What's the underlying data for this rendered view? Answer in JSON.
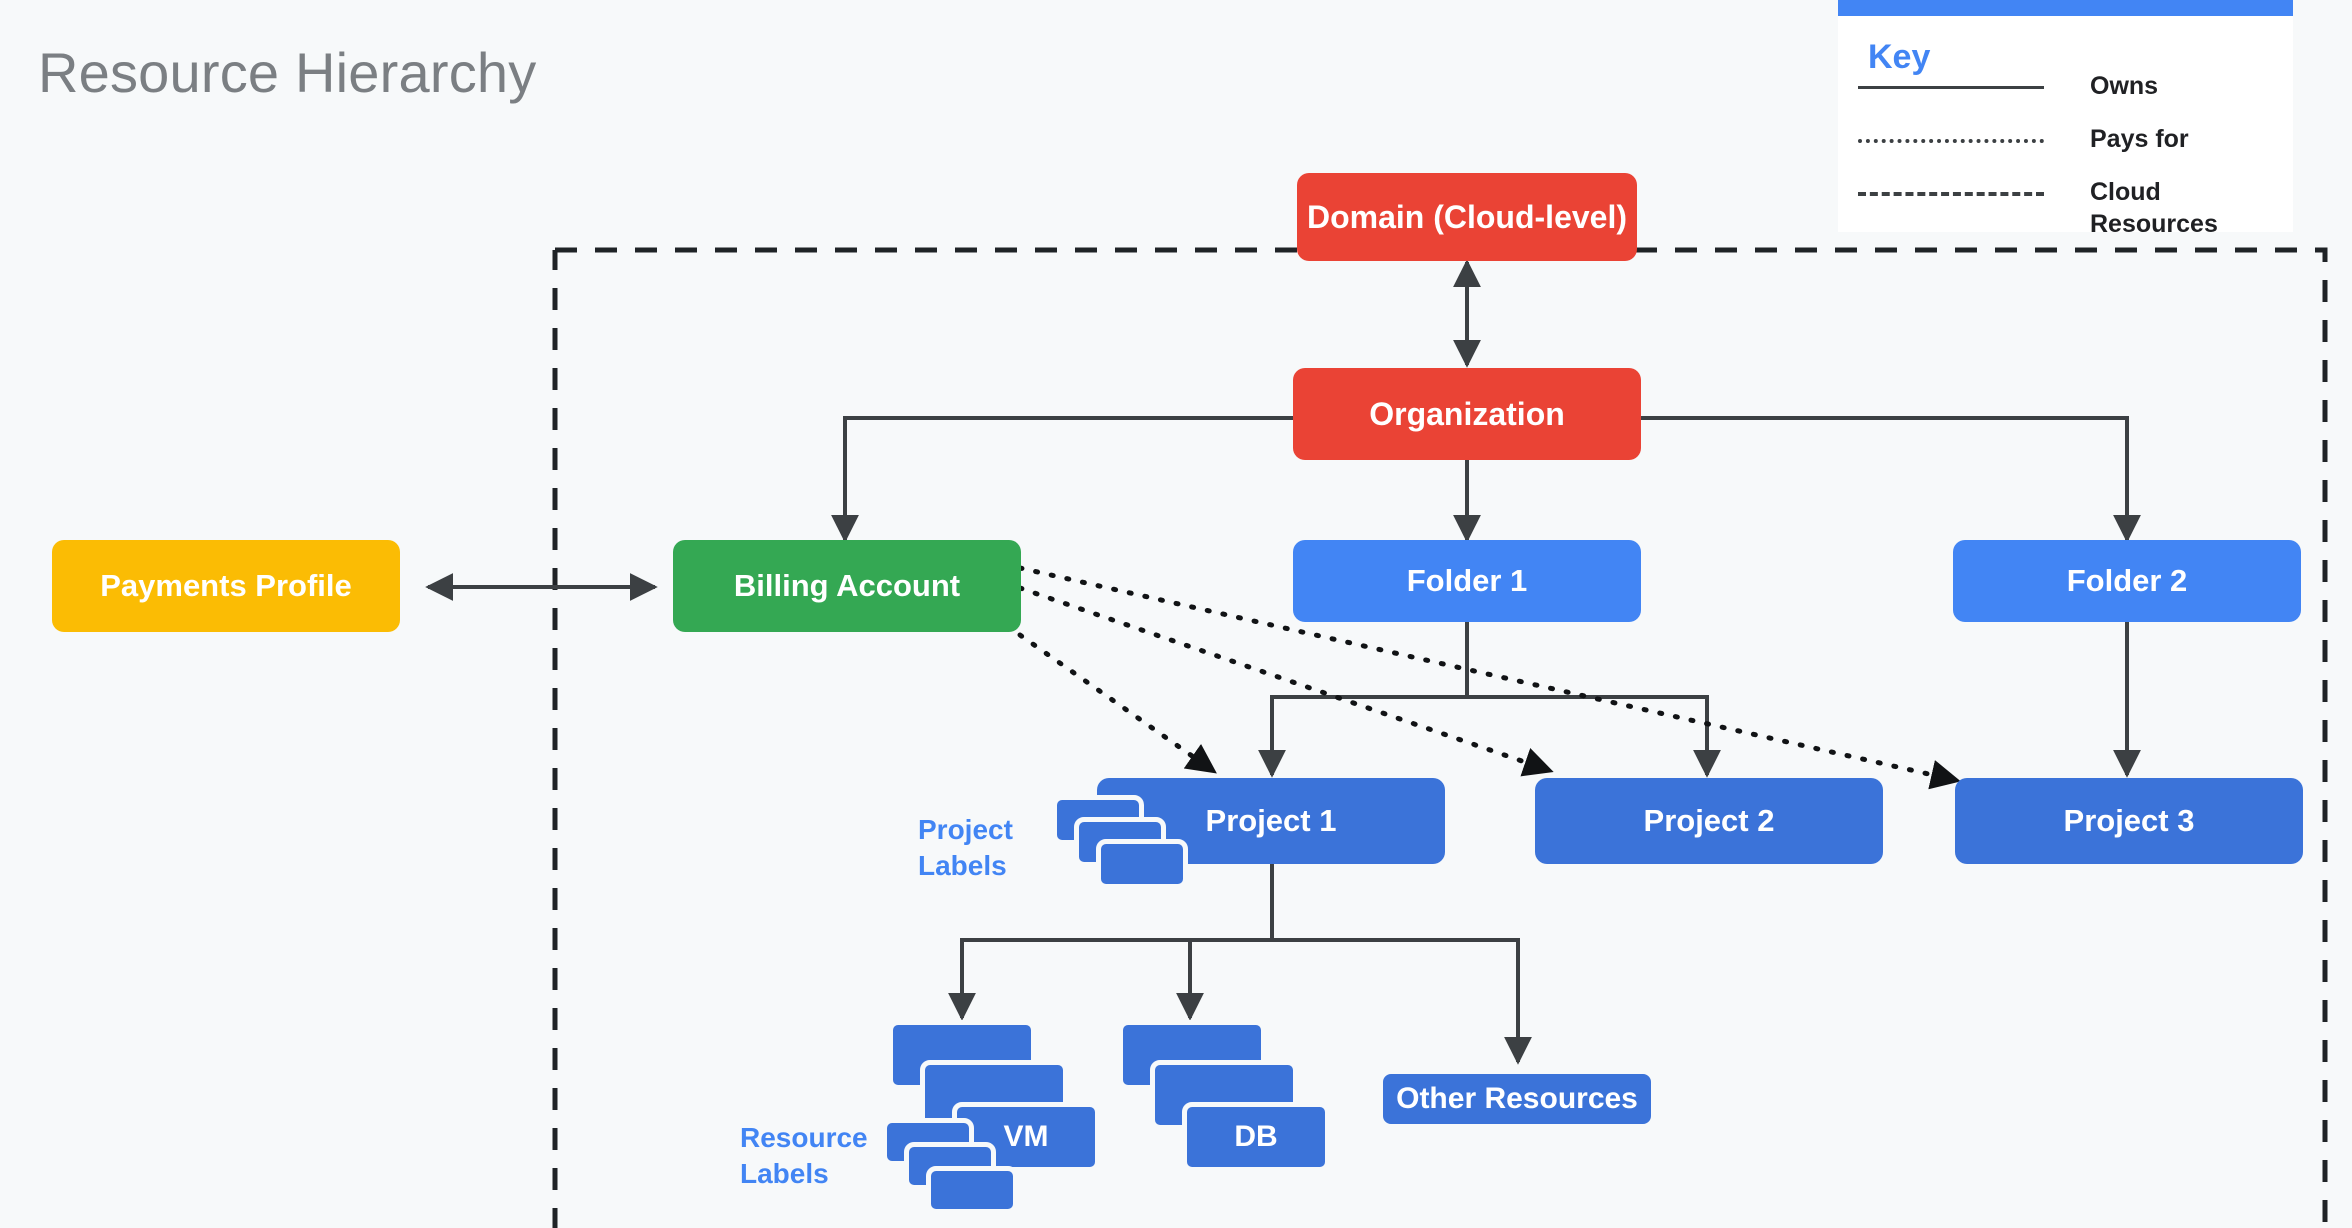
{
  "page": {
    "title": "Resource Hierarchy",
    "background_color": "#f7f9fa",
    "title_color": "#7b7f83"
  },
  "key": {
    "heading": "Key",
    "accent_color": "#4285f4",
    "rows": [
      {
        "style": "solid",
        "label": "Owns"
      },
      {
        "style": "dotted",
        "label": "Pays for"
      },
      {
        "style": "dashed",
        "label": "Cloud\nResources"
      }
    ]
  },
  "nodes": {
    "domain": {
      "label": "Domain (Cloud-level)",
      "color": "#ea4335"
    },
    "organization": {
      "label": "Organization",
      "color": "#ea4335"
    },
    "payments_profile": {
      "label": "Payments Profile",
      "color": "#fbbc04"
    },
    "billing_account": {
      "label": "Billing Account",
      "color": "#34a853"
    },
    "folder_1": {
      "label": "Folder 1",
      "color": "#4285f4"
    },
    "folder_2": {
      "label": "Folder 2",
      "color": "#4285f4"
    },
    "project_1": {
      "label": "Project 1",
      "color": "#3b73d9"
    },
    "project_2": {
      "label": "Project 2",
      "color": "#3b73d9"
    },
    "project_3": {
      "label": "Project 3",
      "color": "#3b73d9"
    },
    "vm": {
      "label": "VM",
      "color": "#3b73d9"
    },
    "db": {
      "label": "DB",
      "color": "#3b73d9"
    },
    "other_resources": {
      "label": "Other Resources",
      "color": "#3b73d9"
    }
  },
  "captions": {
    "project_labels": "Project\nLabels",
    "resource_labels": "Resource\nLabels",
    "color": "#4285f4"
  },
  "relationships": [
    {
      "from": "organization",
      "to": "domain",
      "type": "owns",
      "bidirectional": true
    },
    {
      "from": "payments_profile",
      "to": "billing_account",
      "type": "owns",
      "bidirectional": true
    },
    {
      "from": "organization",
      "to": "billing_account",
      "type": "owns"
    },
    {
      "from": "organization",
      "to": "folder_1",
      "type": "owns"
    },
    {
      "from": "organization",
      "to": "folder_2",
      "type": "owns"
    },
    {
      "from": "folder_1",
      "to": "project_1",
      "type": "owns"
    },
    {
      "from": "folder_1",
      "to": "project_2",
      "type": "owns"
    },
    {
      "from": "folder_2",
      "to": "project_3",
      "type": "owns"
    },
    {
      "from": "project_1",
      "to": "vm",
      "type": "owns"
    },
    {
      "from": "project_1",
      "to": "db",
      "type": "owns"
    },
    {
      "from": "project_1",
      "to": "other_resources",
      "type": "owns"
    },
    {
      "from": "billing_account",
      "to": "project_1",
      "type": "pays_for"
    },
    {
      "from": "billing_account",
      "to": "project_2",
      "type": "pays_for"
    },
    {
      "from": "billing_account",
      "to": "project_3",
      "type": "pays_for"
    }
  ],
  "cloud_boundary": {
    "style": "dashed",
    "color": "#1f2326"
  }
}
